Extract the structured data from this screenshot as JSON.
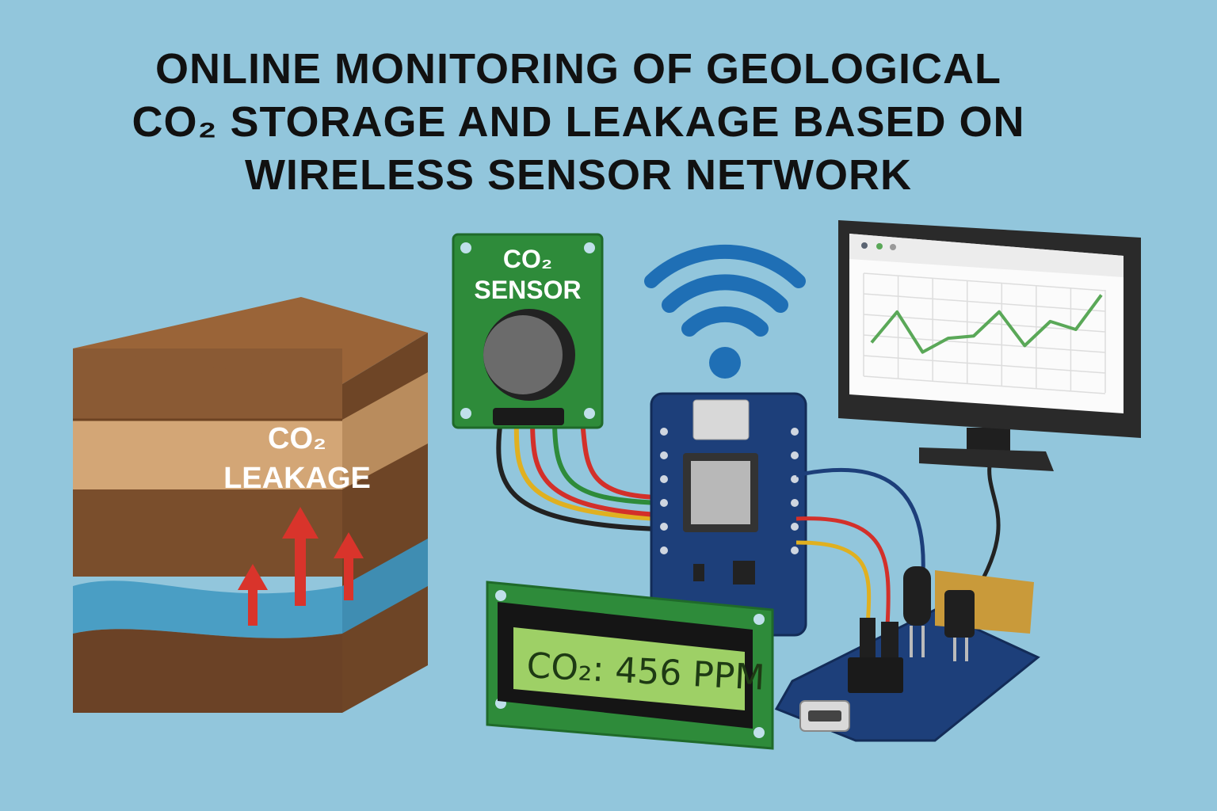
{
  "title": {
    "line1": "ONLINE MONITORING OF GEOLOGICAL",
    "line2": "CO₂ STORAGE AND LEAKAGE BASED ON",
    "line3": "WIRELESS SENSOR NETWORK"
  },
  "soil_block": {
    "label_line1": "CO₂",
    "label_line2": "LEAKAGE"
  },
  "sensor_board": {
    "label_line1": "CO₂",
    "label_line2": "SENSOR"
  },
  "lcd": {
    "reading": "CO₂: 456 PPM"
  },
  "monitor": {
    "trend_values": [
      20,
      45,
      15,
      27,
      30,
      50,
      25,
      45,
      40,
      68
    ]
  },
  "colors": {
    "background": "#92c6dc",
    "wifi": "#1f6fb5",
    "sensor_board": "#2e8b3a",
    "mcu_board": "#1d3f7a",
    "leak_arrow": "#d9342b",
    "trend_line": "#5aa858"
  },
  "icons": [
    "wifi-icon",
    "co2-leak-arrow-icon"
  ]
}
